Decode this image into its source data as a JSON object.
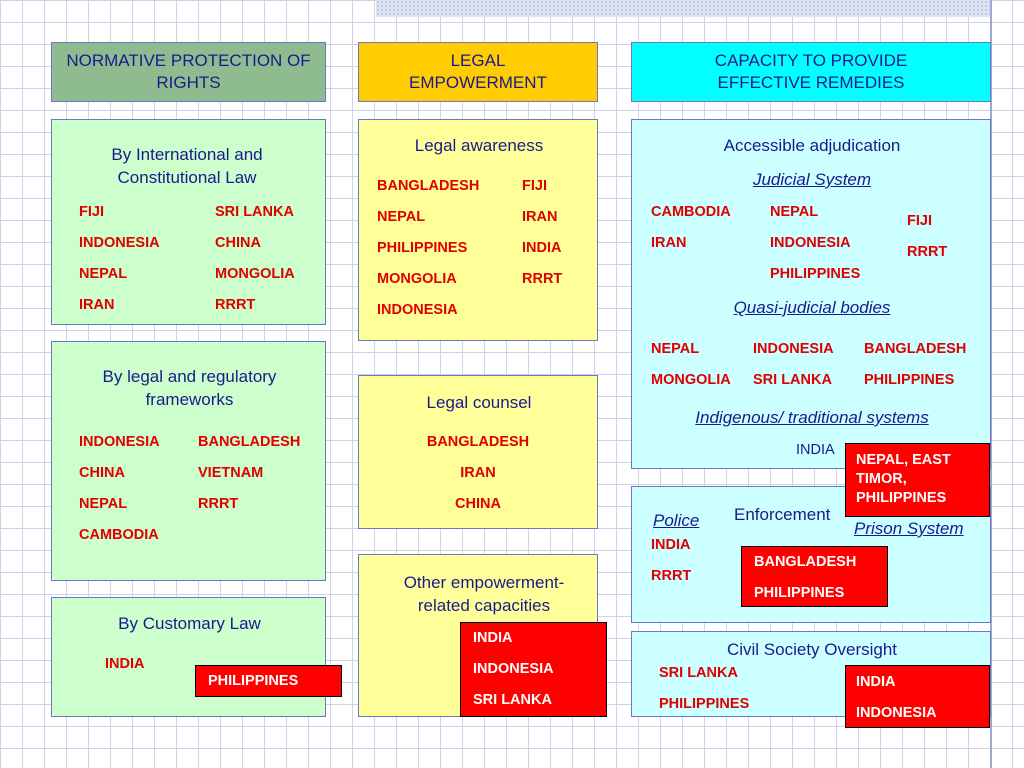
{
  "headers": {
    "normative": "NORMATIVE PROTECTION OF RIGHTS",
    "legal": "LEGAL EMPOWERMENT",
    "capacity": "CAPACITY TO PROVIDE EFFECTIVE REMEDIES"
  },
  "colors": {
    "green": "#ccffcc",
    "yellow": "#ffff99",
    "cyan": "#ccffff",
    "red": "#ff0000",
    "header_green": "#8fbc8f",
    "header_yellow": "#ffcc00",
    "header_cyan": "#00ffff",
    "text_blue": "#1a1a8c",
    "text_red": "#e00000"
  },
  "normative": {
    "international": {
      "title": "By International and Constitutional Law",
      "col1": [
        "FIJI",
        "INDONESIA",
        "NEPAL",
        "IRAN"
      ],
      "col2": [
        "SRI LANKA",
        "CHINA",
        "MONGOLIA",
        "RRRT"
      ]
    },
    "regulatory": {
      "title": "By legal and regulatory frameworks",
      "col1": [
        "INDONESIA",
        "CHINA",
        "NEPAL",
        "CAMBODIA"
      ],
      "col2": [
        "BANGLADESH",
        "VIETNAM",
        "RRRT"
      ]
    },
    "customary": {
      "title": "By Customary Law",
      "items": [
        "INDIA"
      ],
      "red_items": [
        "PHILIPPINES"
      ]
    }
  },
  "legal": {
    "awareness": {
      "title": "Legal awareness",
      "col1": [
        "BANGLADESH",
        "NEPAL",
        "PHILIPPINES",
        "MONGOLIA",
        "INDONESIA"
      ],
      "col2": [
        "FIJI",
        "IRAN",
        "INDIA",
        "RRRT"
      ]
    },
    "counsel": {
      "title": "Legal counsel",
      "items": [
        "BANGLADESH",
        "IRAN",
        "CHINA"
      ]
    },
    "other": {
      "title": "Other empowerment-related capacities",
      "red_items": [
        "INDIA",
        "INDONESIA",
        "SRI LANKA"
      ]
    }
  },
  "capacity": {
    "adjudication": {
      "title": "Accessible adjudication",
      "judicial": {
        "label": "Judicial System",
        "col1": [
          "CAMBODIA",
          "IRAN"
        ],
        "col2": [
          "NEPAL",
          "INDONESIA",
          "PHILIPPINES"
        ],
        "col3": [
          "FIJI",
          "RRRT"
        ]
      },
      "quasi": {
        "label": "Quasi-judicial bodies",
        "col1": [
          "NEPAL",
          "MONGOLIA"
        ],
        "col2": [
          "INDONESIA",
          "SRI LANKA"
        ],
        "col3": [
          "BANGLADESH",
          "PHILIPPINES"
        ]
      },
      "indigenous": {
        "label": "Indigenous/ traditional systems",
        "plain": "INDIA",
        "red_text": "NEPAL, EAST TIMOR, PHILIPPINES"
      }
    },
    "enforcement": {
      "title": "Enforcement",
      "police": {
        "label": "Police",
        "items": [
          "INDIA",
          "RRRT"
        ]
      },
      "prison": {
        "label": "Prison System",
        "red_items": [
          "BANGLADESH",
          "PHILIPPINES"
        ]
      }
    },
    "civil": {
      "title": "Civil Society Oversight",
      "items": [
        "SRI LANKA",
        "PHILIPPINES"
      ],
      "red_items": [
        "INDIA",
        "INDONESIA"
      ]
    }
  }
}
